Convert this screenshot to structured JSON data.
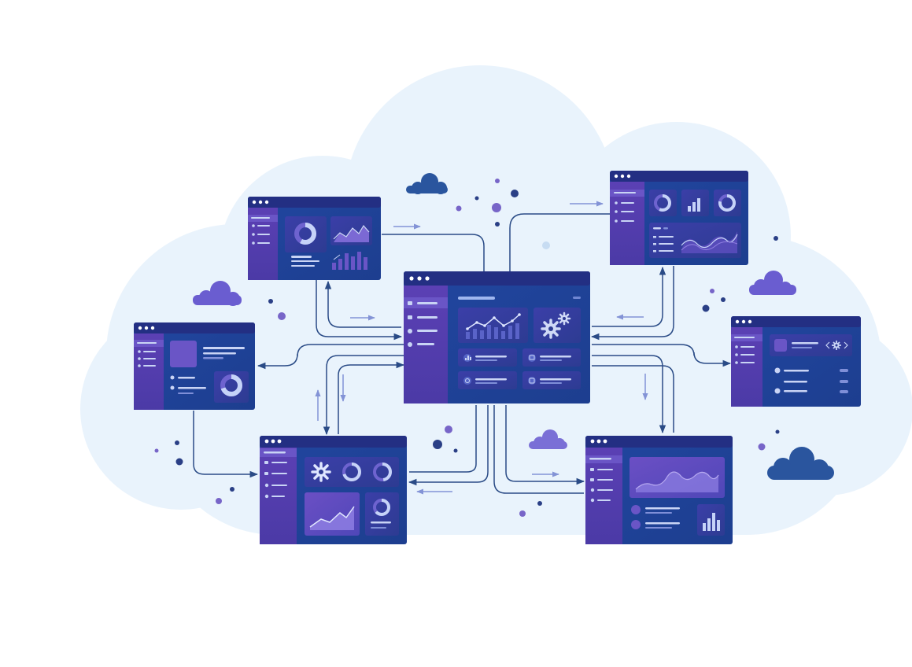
{
  "colors": {
    "cloud": "#e9f3fc",
    "window_body": "#1f4a9a",
    "window_titlebar": "#232f83",
    "window_sidebar": "#553fae",
    "panel": "#2b3d93",
    "panel_light": "#3c4fae",
    "accent_light": "#9fb6ef",
    "line": "#2a4b86",
    "arrow_faint": "#8393d6",
    "mini_cloud_violet": "#6a5dd0",
    "mini_cloud_navy": "#2a559e",
    "dot_navy": "#2a3f86",
    "dot_violet": "#7765c8"
  },
  "diagram": {
    "nodes": [
      {
        "id": "hub",
        "icons": [
          "line-bar-chart-icon",
          "gears-icon",
          "bar-chart-icon",
          "image-icon",
          "gear-icon"
        ]
      },
      {
        "id": "top-left",
        "icons": [
          "donut-chart-icon",
          "area-chart-icon",
          "bar-chart-icon"
        ]
      },
      {
        "id": "top-right",
        "icons": [
          "donut-chart-icon",
          "bar-chart-icon",
          "donut-chart-icon",
          "area-chart-icon"
        ]
      },
      {
        "id": "left",
        "icons": [
          "image-icon",
          "donut-chart-icon"
        ]
      },
      {
        "id": "right",
        "icons": [
          "settings-icon",
          "chevron-left-icon",
          "chevron-right-icon",
          "toggle-icon"
        ]
      },
      {
        "id": "bottom-left",
        "icons": [
          "gear-icon",
          "donut-chart-icon",
          "donut-chart-icon",
          "area-chart-icon",
          "donut-chart-icon"
        ]
      },
      {
        "id": "bottom-right",
        "icons": [
          "area-chart-icon",
          "bar-chart-icon"
        ]
      }
    ],
    "connections": [
      {
        "from": "top-left",
        "to": "hub"
      },
      {
        "from": "hub",
        "to": "top-left"
      },
      {
        "from": "hub",
        "to": "top-right"
      },
      {
        "from": "top-right",
        "to": "hub"
      },
      {
        "from": "hub",
        "to": "left"
      },
      {
        "from": "left",
        "to": "bottom-left"
      },
      {
        "from": "hub",
        "to": "right"
      },
      {
        "from": "hub",
        "to": "bottom-left"
      },
      {
        "from": "bottom-left",
        "to": "hub"
      },
      {
        "from": "hub",
        "to": "bottom-right"
      },
      {
        "from": "top-right",
        "to": "bottom-right"
      }
    ]
  }
}
